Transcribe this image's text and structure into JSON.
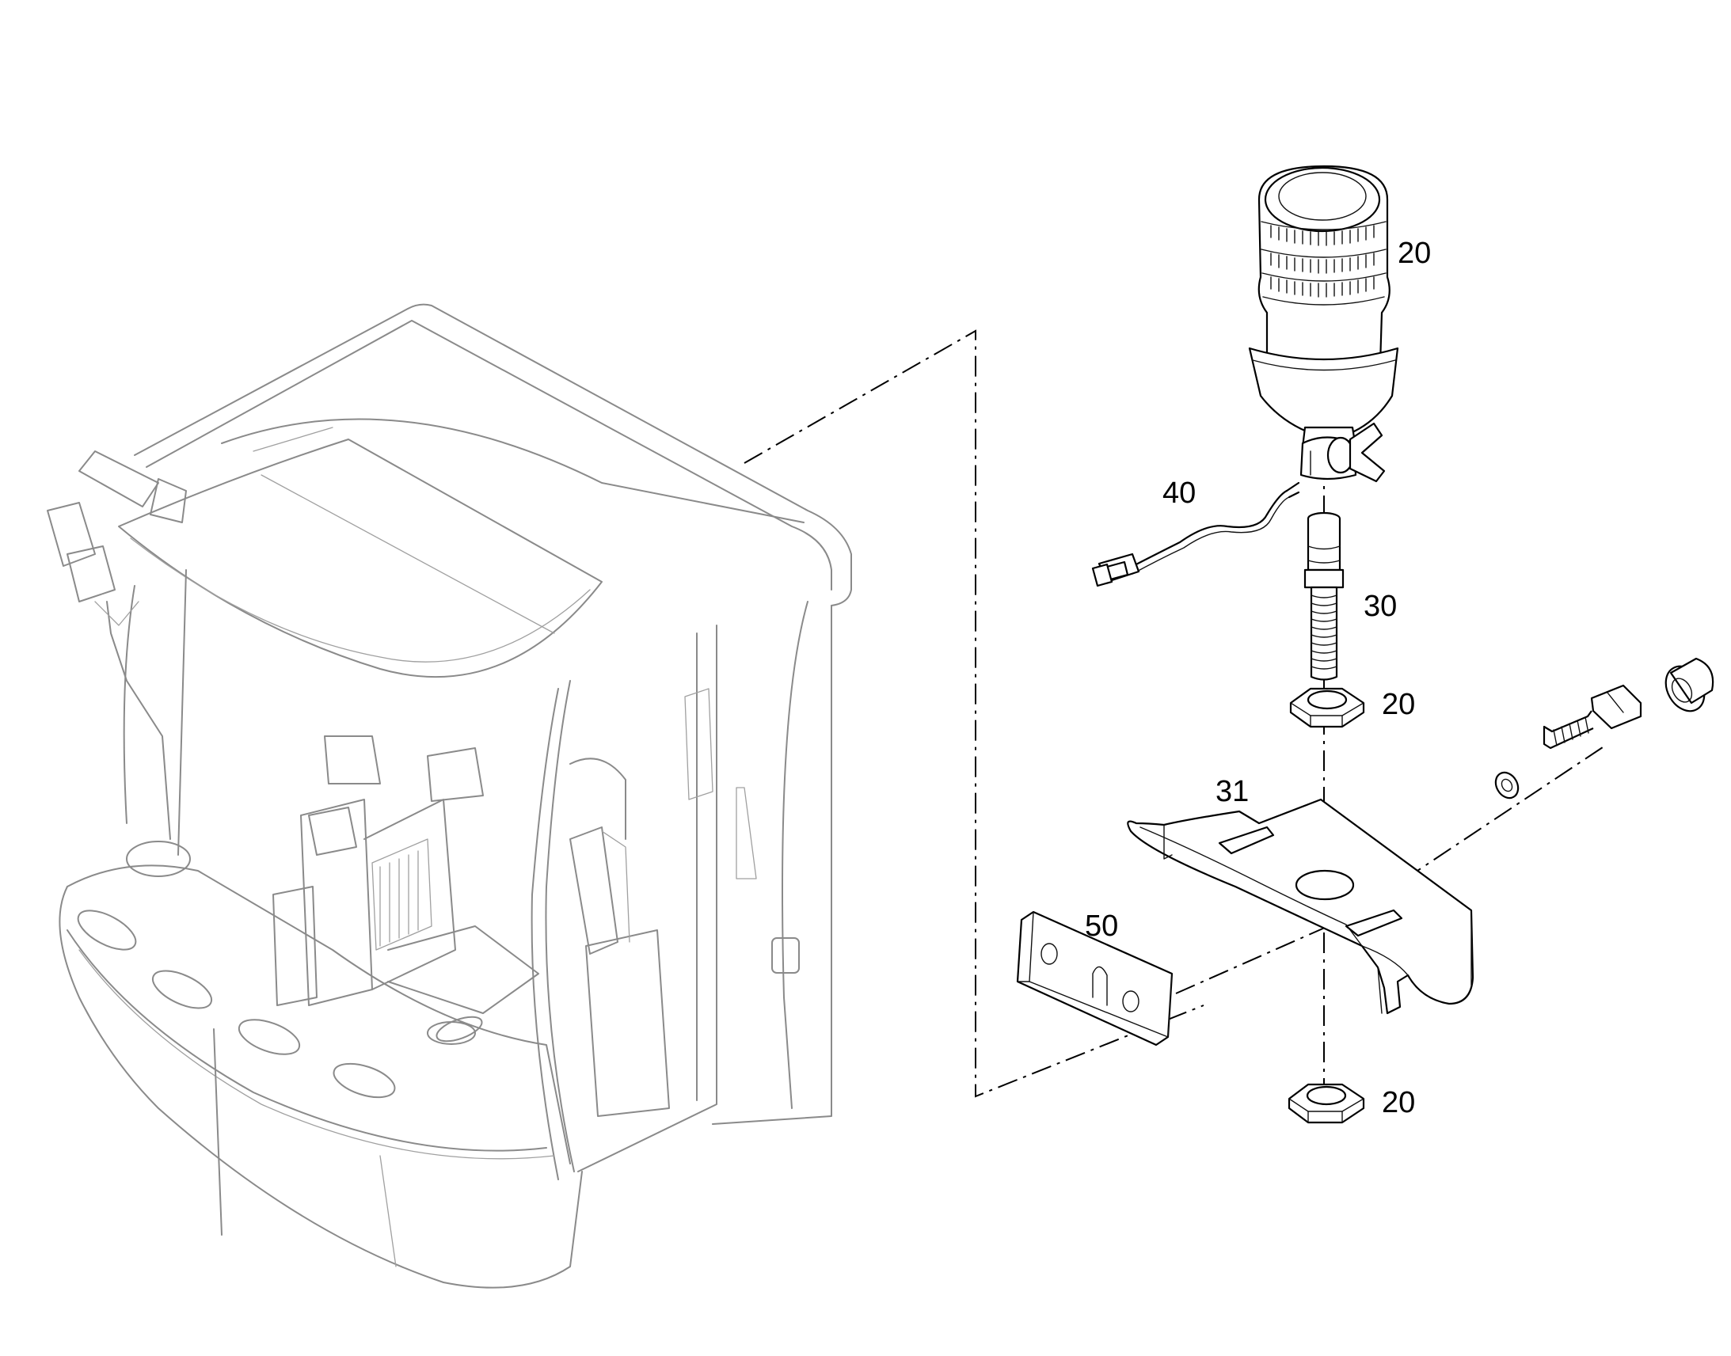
{
  "callouts": {
    "beacon": "20",
    "cable": "40",
    "mast": "30",
    "nut_upper": "20",
    "bracket": "31",
    "plate": "50",
    "nut_lower": "20"
  },
  "colors": {
    "line": "#000000",
    "ghost_line": "#8a8a8a",
    "background": "#ffffff"
  }
}
